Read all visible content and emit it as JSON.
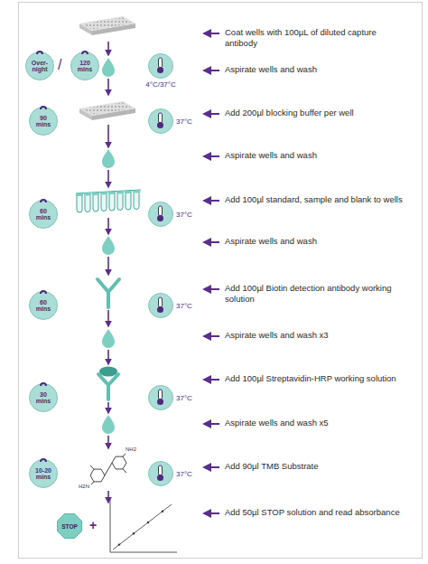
{
  "diagram": {
    "nodes": [
      {
        "text": [
          "Over-night"
        ]
      },
      {
        "text": [
          "120 mins"
        ]
      },
      {
        "text": [
          "4°C/37°C"
        ]
      },
      {
        "text": [
          "90 mins"
        ]
      },
      {
        "text": [
          "37°C"
        ]
      },
      {
        "text": [
          "60 mins"
        ]
      },
      {
        "text": [
          "37°C"
        ]
      },
      {
        "text": [
          "60 mins"
        ]
      },
      {
        "text": [
          "37°C"
        ]
      },
      {
        "text": [
          "30 mins"
        ]
      },
      {
        "text": [
          "37°C"
        ]
      },
      {
        "text": [
          "10-20 mins"
        ]
      },
      {
        "text": [
          "37°C"
        ]
      },
      {
        "text": [
          "STOP"
        ]
      }
    ],
    "labels": [
      "Coat wells with 100µL of diluted capture antibody",
      "/",
      "Aspirate wells and wash",
      "Add 200µl blocking buffer per well",
      "Aspirate wells and wash",
      "Add 100µl standard, sample and blank to wells",
      "Aspirate wells and wash",
      "Add 100µl Biotin detection antibody working solution",
      "Aspirate wells and wash x3",
      "Add 100µl Streptavidin-HRP working solution",
      "Aspirate wells and wash x5",
      "NH2",
      "H2N",
      "Add 90µl TMB Substrate",
      "+",
      "Add 50µl STOP solution and read absorbance"
    ]
  }
}
